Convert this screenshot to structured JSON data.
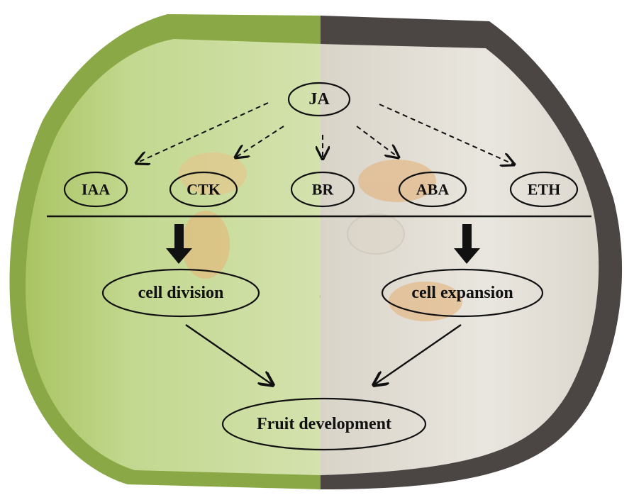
{
  "diagram": {
    "top_node": "JA",
    "hormones": [
      "IAA",
      "CTK",
      "BR",
      "ABA",
      "ETH"
    ],
    "process_left": "cell division",
    "process_right": "cell expansion",
    "outcome": "Fruit development"
  },
  "colors": {
    "fruit_skin_left": "#7f9a3a",
    "fruit_flesh_left": "#c7dc97",
    "fruit_skin_right": "#4a4442",
    "fruit_flesh_right": "#e6e2da",
    "seed": "#e6b679",
    "ink": "#111111"
  }
}
